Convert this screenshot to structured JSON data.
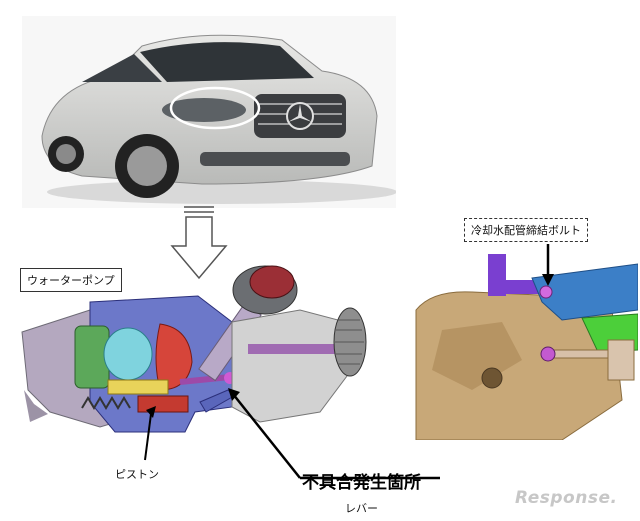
{
  "labels": {
    "pump": "ウォーターポンプ",
    "bolt": "冷却水配管締結ボルト",
    "piston": "ピストン",
    "defect": "不具合発生箇所",
    "lever": "レバー"
  },
  "watermark": "Response."
}
